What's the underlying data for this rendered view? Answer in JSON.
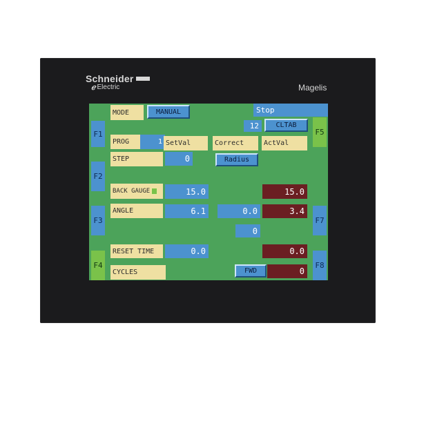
{
  "device": {
    "brand": "Schneider",
    "brand_sub": "Electric",
    "model": "Magelis"
  },
  "function_keys": {
    "f1": "F1",
    "f2": "F2",
    "f3": "F3",
    "f4": "F4",
    "f5": "F5",
    "f7": "F7",
    "f8": "F8"
  },
  "header": {
    "mode_label": "MODE",
    "mode_value": "MANUAL",
    "status": "Stop",
    "table_number": "12",
    "table_button": "CLTAB"
  },
  "columns": {
    "setval": "SetVal",
    "correct": "Correct",
    "actval": "ActVal",
    "radius_button": "Radius"
  },
  "rows": {
    "prog_label": "PROG",
    "prog_value": "1",
    "step_label": "STEP",
    "step_value": "0",
    "back_gauge_label": "BACK GAUGE",
    "back_gauge_set": "15.0",
    "back_gauge_act": "15.0",
    "angle_label": "ANGLE",
    "angle_set": "6.1",
    "angle_correct": "0.0",
    "angle_act": "3.4",
    "extra_value": "0",
    "reset_time_label": "RESET TIME",
    "reset_time_set": "0.0",
    "reset_time_act": "0.0",
    "cycles_label": "CYCLES",
    "fwd_button": "FWD",
    "cycles_act": "0"
  },
  "colors": {
    "screen_bg": "#4ca35a",
    "label_bg": "#efe0a2",
    "value_blue": "#4c92cf",
    "value_red": "#6b1e22",
    "bezel": "#1b1b1d"
  }
}
